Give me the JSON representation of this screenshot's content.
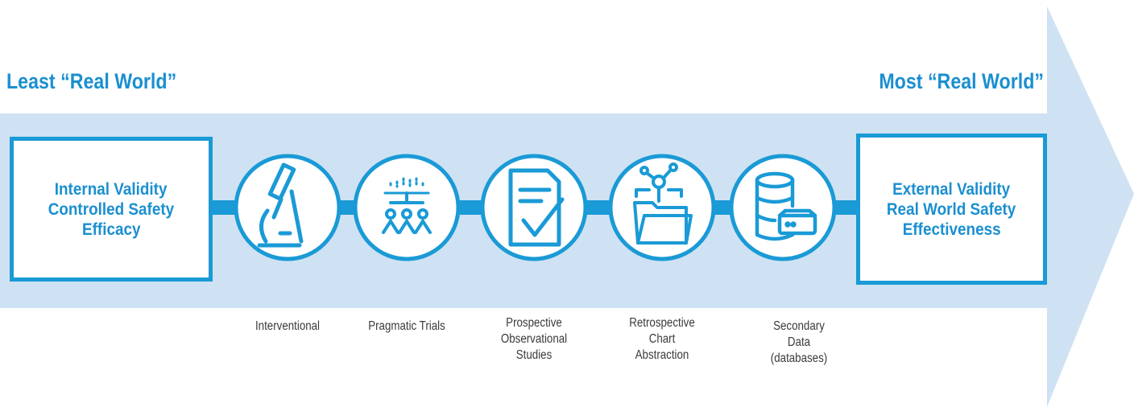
{
  "headings": {
    "left": "Least “Real World”",
    "right": "Most “Real World”"
  },
  "left_box": {
    "lines": [
      "Internal Validity",
      "Controlled Safety",
      "Efficacy"
    ]
  },
  "right_box": {
    "lines": [
      "External Validity",
      "Real World Safety",
      "Effectiveness"
    ]
  },
  "stages": [
    {
      "icon": "microscope-icon",
      "caption": [
        "Interventional"
      ]
    },
    {
      "icon": "crowd-group-icon",
      "caption": [
        "Pragmatic Trials"
      ]
    },
    {
      "icon": "checklist-document-icon",
      "caption": [
        "Prospective",
        "Observational",
        "Studies"
      ]
    },
    {
      "icon": "folder-network-icon",
      "caption": [
        "Retrospective",
        "Chart",
        "Abstraction"
      ]
    },
    {
      "icon": "database-icon",
      "caption": [
        "Secondary",
        "Data",
        "(databases)"
      ]
    }
  ],
  "colors": {
    "arrow_fill": "#cfe2f3",
    "accent": "#1a9ad6",
    "heading_text": "#1a8fd0",
    "caption_text": "#3a3a3a"
  }
}
